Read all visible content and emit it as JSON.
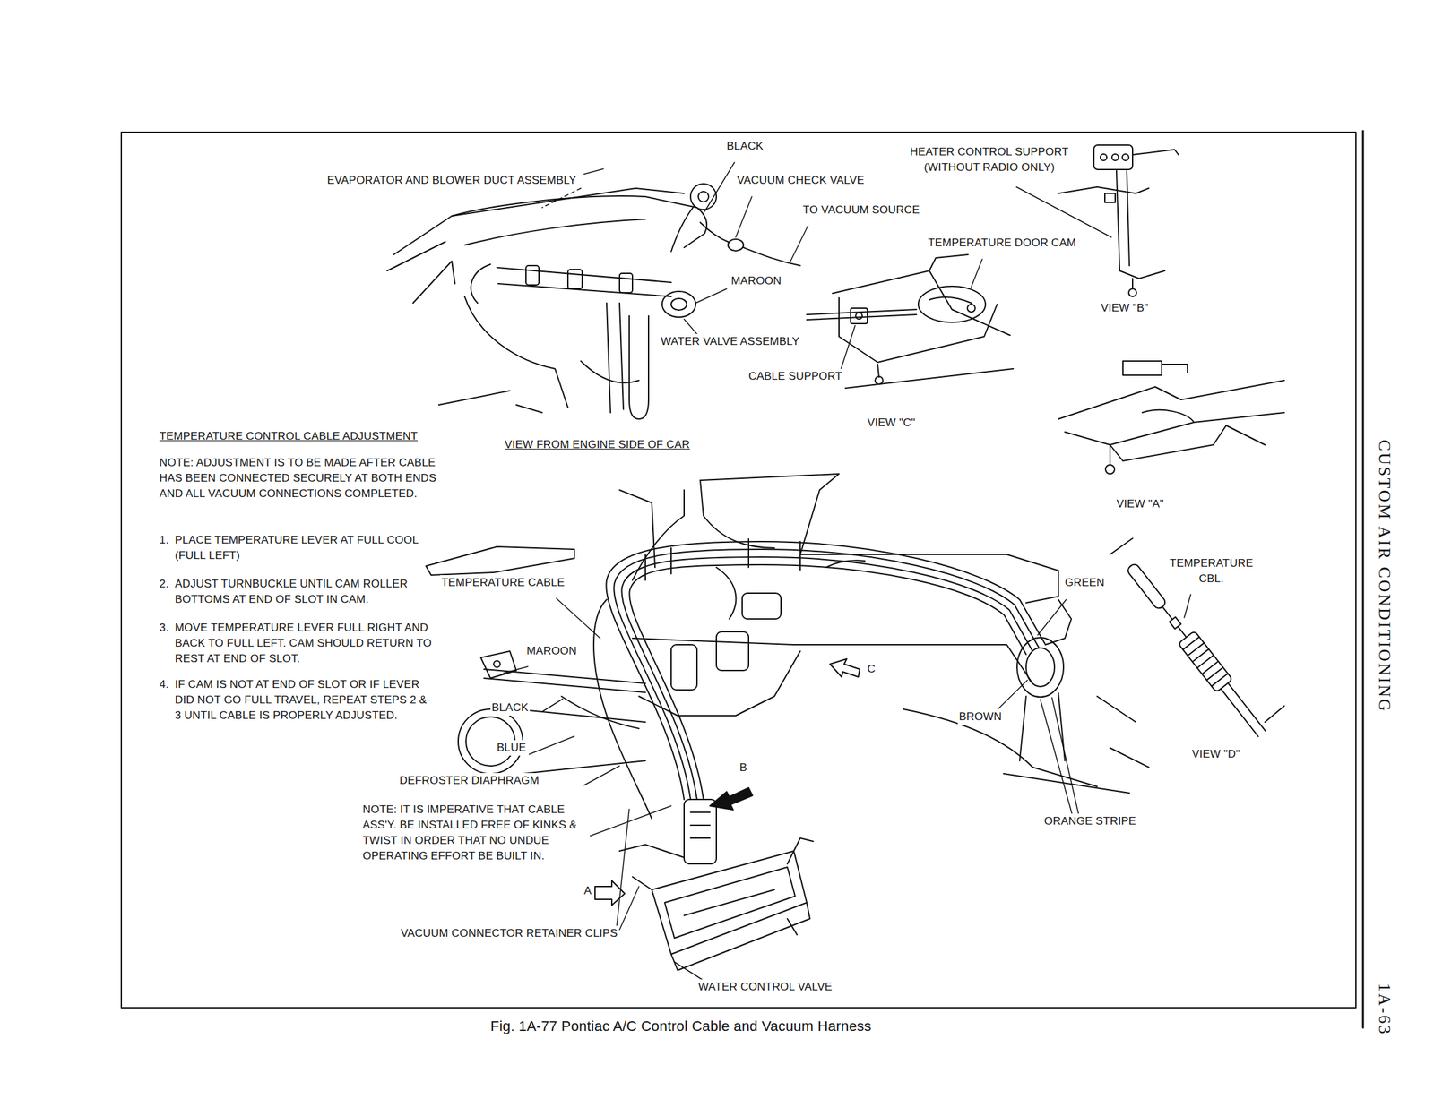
{
  "diagram": {
    "caption": "Fig. 1A-77 Pontiac A/C Control Cable and Vacuum Harness",
    "labels": [
      "BLACK",
      "EVAPORATOR AND BLOWER DUCT ASSEMBLY",
      "VACUUM CHECK VALVE",
      "HEATER CONTROL SUPPORT (WITHOUT RADIO ONLY)",
      "TO VACUUM SOURCE",
      "TEMPERATURE DOOR CAM",
      "MAROON",
      "VIEW \"B\"",
      "WATER VALVE ASSEMBLY",
      "CABLE SUPPORT",
      "VIEW \"C\"",
      "TEMPERATURE CONTROL CABLE ADJUSTMENT",
      "VIEW FROM ENGINE SIDE OF CAR",
      "VIEW \"A\"",
      "NOTE: ADJUSTMENT IS TO BE MADE AFTER CABLE HAS BEEN CONNECTED SECURELY AT BOTH ENDS AND ALL VACUUM CONNECTIONS COMPLETED.",
      "1.",
      "PLACE TEMPERATURE LEVER AT FULL COOL (FULL LEFT)",
      "2.",
      "ADJUST TURNBUCKLE UNTIL CAM ROLLER BOTTOMS AT END OF SLOT IN CAM.",
      "3.",
      "MOVE TEMPERATURE LEVER FULL RIGHT AND BACK TO FULL LEFT. CAM SHOULD RETURN TO REST AT END OF SLOT.",
      "4.",
      "IF CAM IS NOT AT END OF SLOT OR IF LEVER DID NOT GO FULL TRAVEL, REPEAT STEPS 2 & 3 UNTIL CABLE IS PROPERLY ADJUSTED.",
      "TEMPERATURE CABLE",
      "GREEN",
      "TEMPERATURE CBL.",
      "MAROON",
      "C",
      "BLACK",
      "BROWN",
      "BLUE",
      "VIEW \"D\"",
      "DEFROSTER DIAPHRAGM",
      "B",
      "NOTE: IT IS IMPERATIVE THAT CABLE ASS'Y. BE INSTALLED FREE OF KINKS & TWIST IN ORDER THAT NO UNDUE OPERATING EFFORT BE BUILT IN.",
      "ORANGE STRIPE",
      "A",
      "VACUUM CONNECTOR RETAINER CLIPS",
      "WATER CONTROL VALVE",
      "CUSTOM AIR CONDITIONING",
      "1A-63"
    ]
  }
}
